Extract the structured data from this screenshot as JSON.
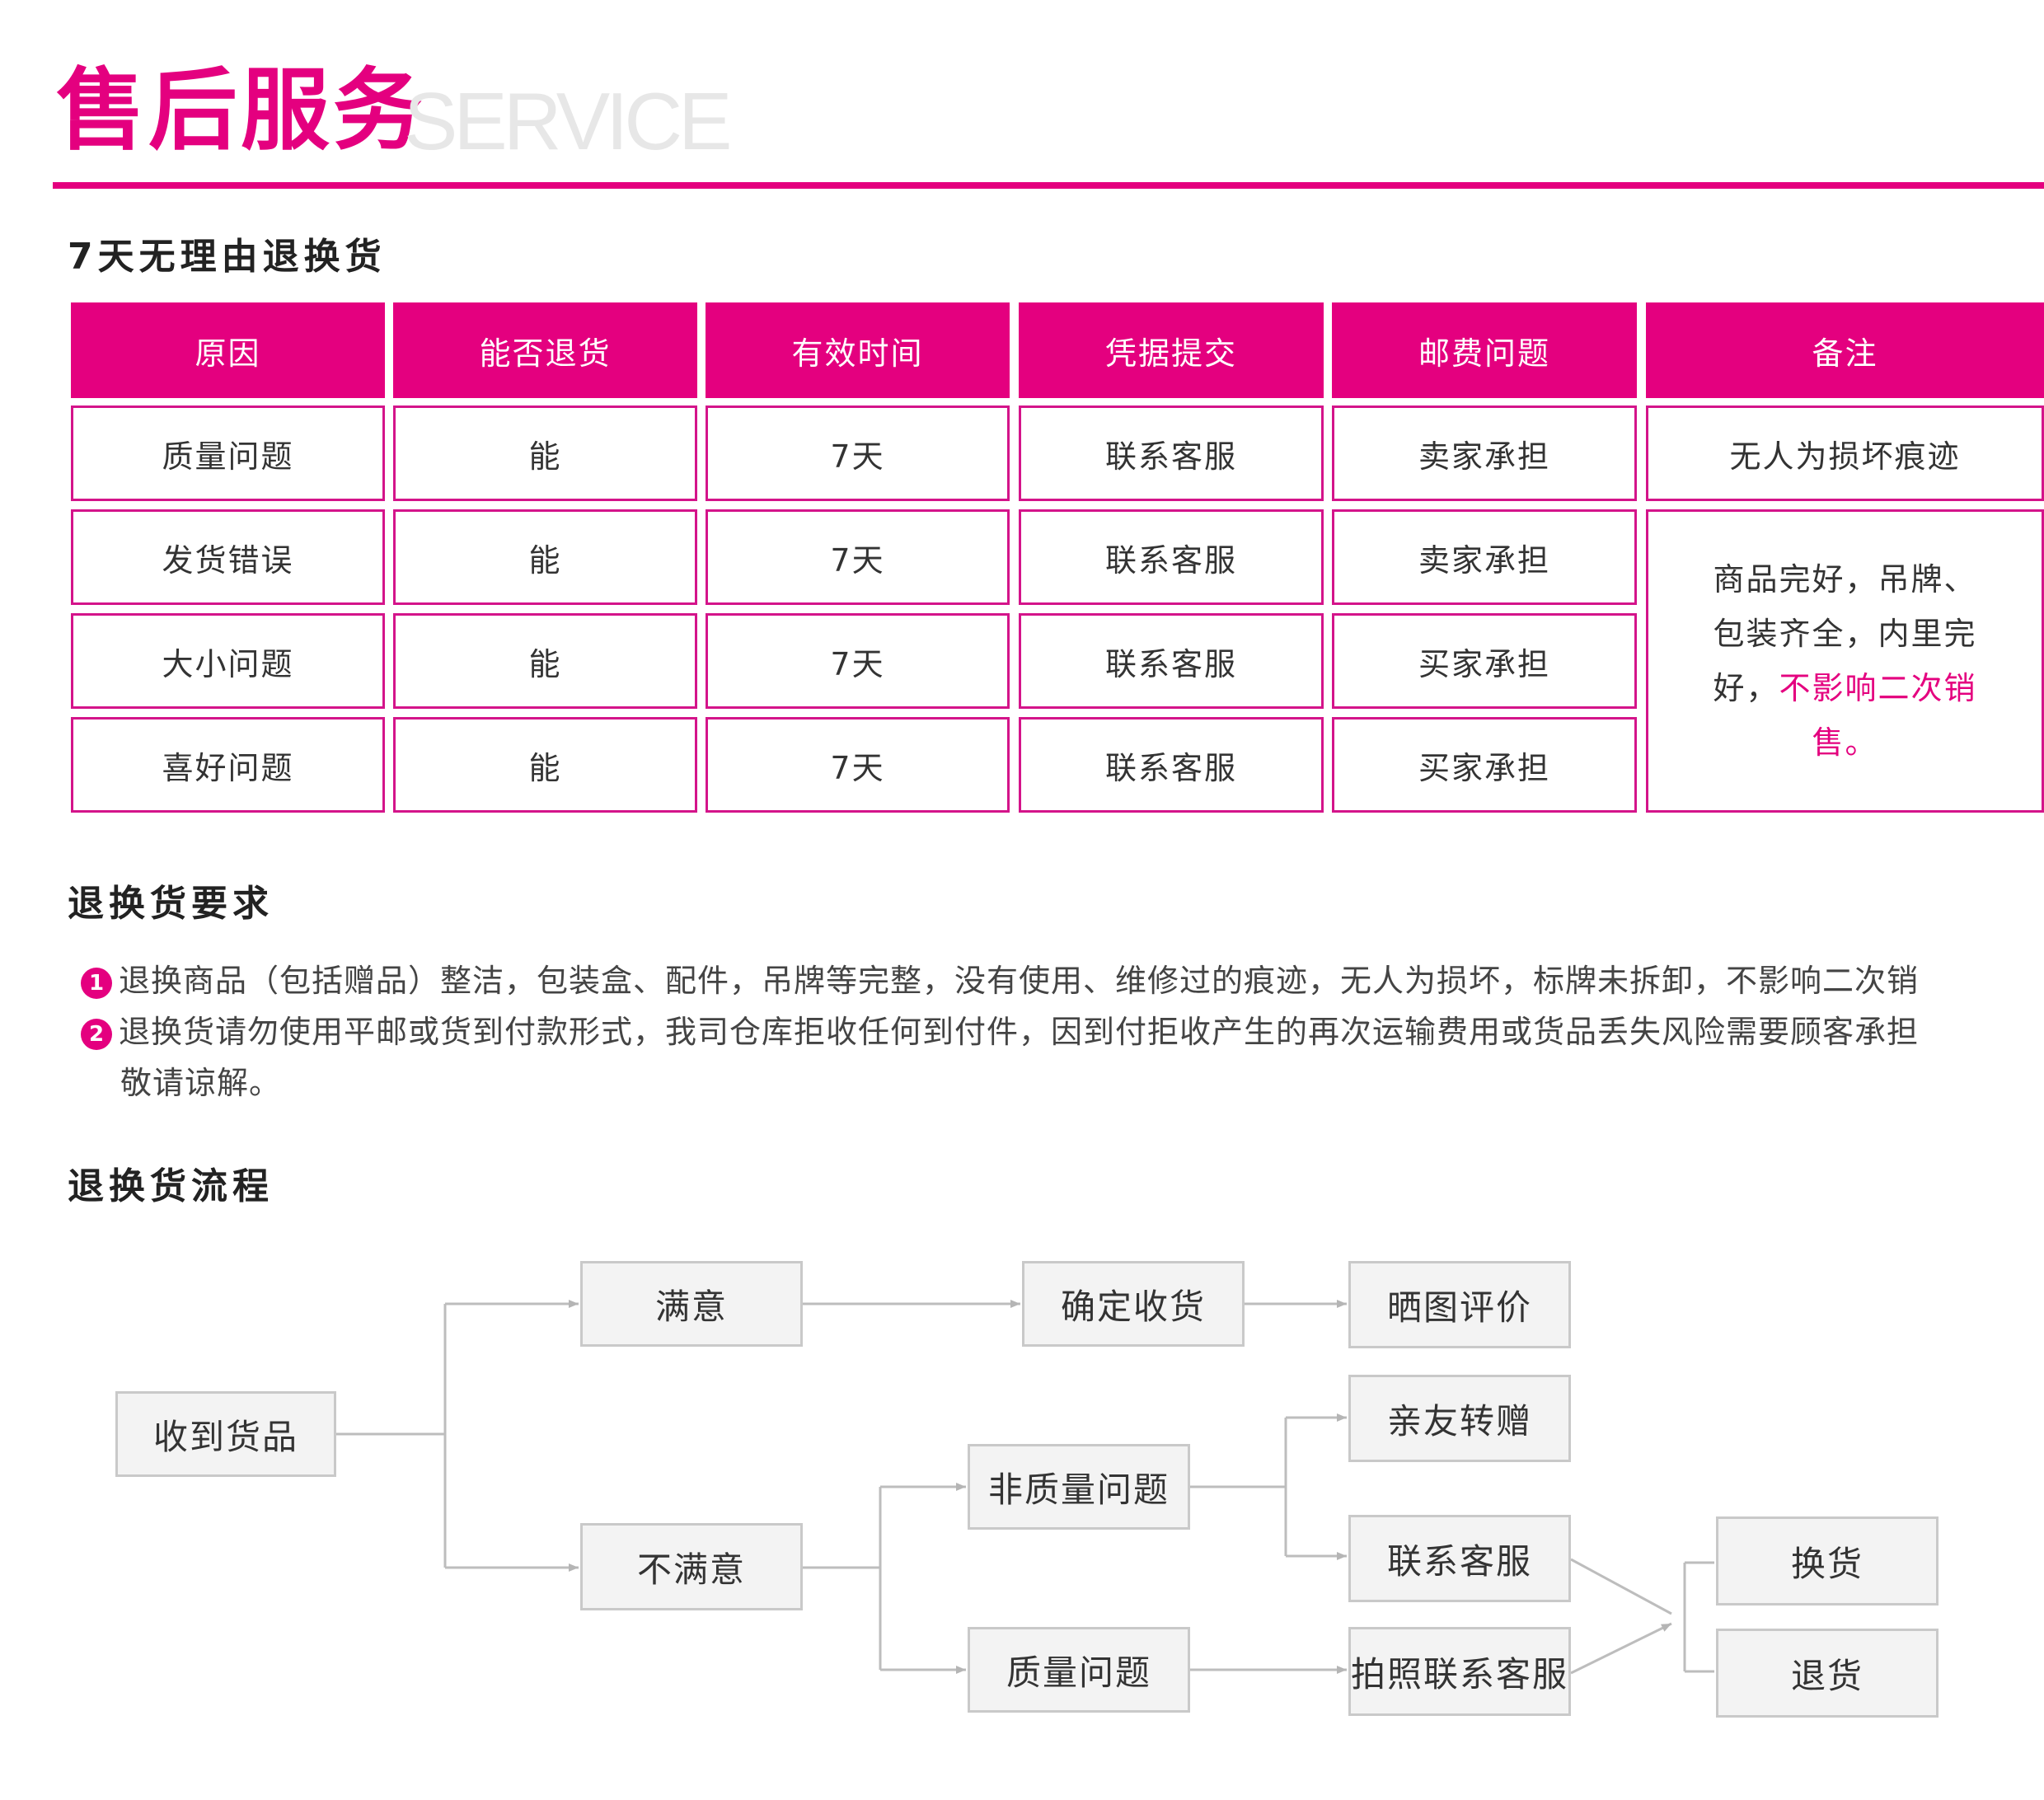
{
  "header": {
    "title_cn": "售后服务",
    "title_en": "SERVICE"
  },
  "returns_table": {
    "section_title": "7天无理由退换货",
    "headers": [
      "原因",
      "能否退货",
      "有效时间",
      "凭据提交",
      "邮费问题",
      "备注"
    ],
    "rows": [
      [
        "质量问题",
        "能",
        "7天",
        "联系客服",
        "卖家承担"
      ],
      [
        "发货错误",
        "能",
        "7天",
        "联系客服",
        "卖家承担"
      ],
      [
        "大小问题",
        "能",
        "7天",
        "联系客服",
        "买家承担"
      ],
      [
        "喜好问题",
        "能",
        "7天",
        "联系客服",
        "买家承担"
      ]
    ],
    "note_row1": "无人为损坏痕迹",
    "note_merged_line1": "商品完好，吊牌、",
    "note_merged_line2": "包装齐全，内里完",
    "note_merged_line3_plain": "好，",
    "note_merged_line3_highlight": "不影响二次销",
    "note_merged_line4_highlight": "售。"
  },
  "requirements": {
    "section_title": "退换货要求",
    "item1_num": "1",
    "item1_text": "退换商品（包括赠品）整洁，包装盒、配件，吊牌等完整，没有使用、维修过的痕迹，无人为损坏，标牌未拆卸，不影响二次销",
    "item2_num": "2",
    "item2_text": "退换货请勿使用平邮或货到付款形式，我司仓库拒收任何到付件，因到付拒收产生的再次运输费用或货品丢失风险需要顾客承担",
    "item2_text_cont": "敬请谅解。"
  },
  "flow": {
    "section_title": "退换货流程",
    "receive": "收到货品",
    "satisfied": "满意",
    "confirm": "确定收货",
    "review": "晒图评价",
    "dissatisfied": "不满意",
    "non_quality": "非质量问题",
    "gift": "亲友转赠",
    "contact_service": "联系客服",
    "quality": "质量问题",
    "photo_contact": "拍照联系客服",
    "exchange": "换货",
    "return": "退货"
  },
  "colors": {
    "accent": "#e4007f",
    "cell_border": "#d4148a",
    "flow_box_bg": "#f3f3f3",
    "flow_line": "#bdbdbd"
  }
}
